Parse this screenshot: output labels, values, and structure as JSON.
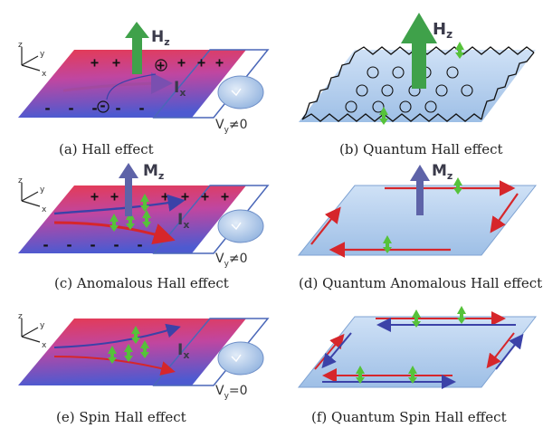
{
  "captions": {
    "a": "(a) Hall effect",
    "b": "(b) Quantum Hall effect",
    "c": "(c) Anomalous Hall effect",
    "d": "(d) Quantum Anomalous Hall effect",
    "e": "(e) Spin Hall effect",
    "f": "(f) Quantum Spin Hall effect"
  },
  "labels": {
    "hz": "H",
    "hz_sub": "z",
    "mz": "M",
    "mz_sub": "z",
    "ix": "I",
    "ix_sub": "x",
    "vy_nonzero": "V",
    "vy_sub": "y",
    "vy_nonzero_rel": "≠0",
    "vy_zero_rel": "=0",
    "plus": "+",
    "minus": "-",
    "axis_z": "z",
    "axis_y": "y",
    "axis_x": "x"
  },
  "colors": {
    "arrow_green": "#3fa14a",
    "arrow_purple": "#5e63a8",
    "edge_red": "#d6262b",
    "edge_blue": "#3b42a8",
    "slab_top": "#e23a55",
    "slab_bottom": "#5a50c9",
    "quantum_slab": "#b9d3f0",
    "spin_green": "#56c23a"
  }
}
